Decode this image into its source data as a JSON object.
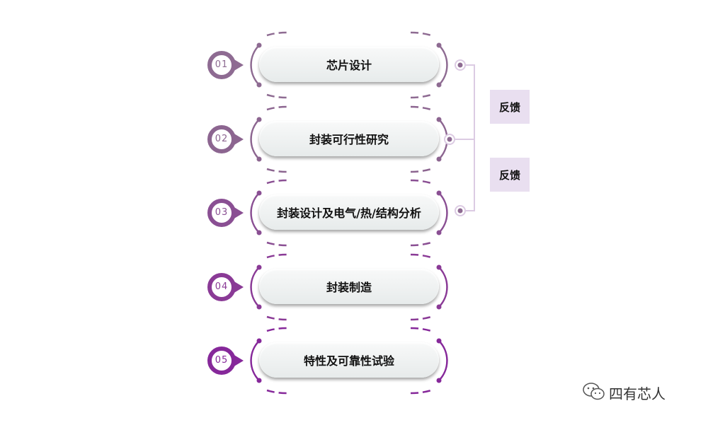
{
  "steps": [
    {
      "num": "01",
      "label": "芯片设计",
      "color": "#8e6b92"
    },
    {
      "num": "02",
      "label": "封装可行性研究",
      "color": "#8c6590"
    },
    {
      "num": "03",
      "label": "封装设计及电气/热/结构分析",
      "color": "#8a4f93"
    },
    {
      "num": "04",
      "label": "封装制造",
      "color": "#8a3a96"
    },
    {
      "num": "05",
      "label": "特性及可靠性试验",
      "color": "#86289a"
    }
  ],
  "feedback": [
    "反馈",
    "反馈"
  ],
  "watermark": "四有芯人",
  "connector_color": "#dccbe3"
}
